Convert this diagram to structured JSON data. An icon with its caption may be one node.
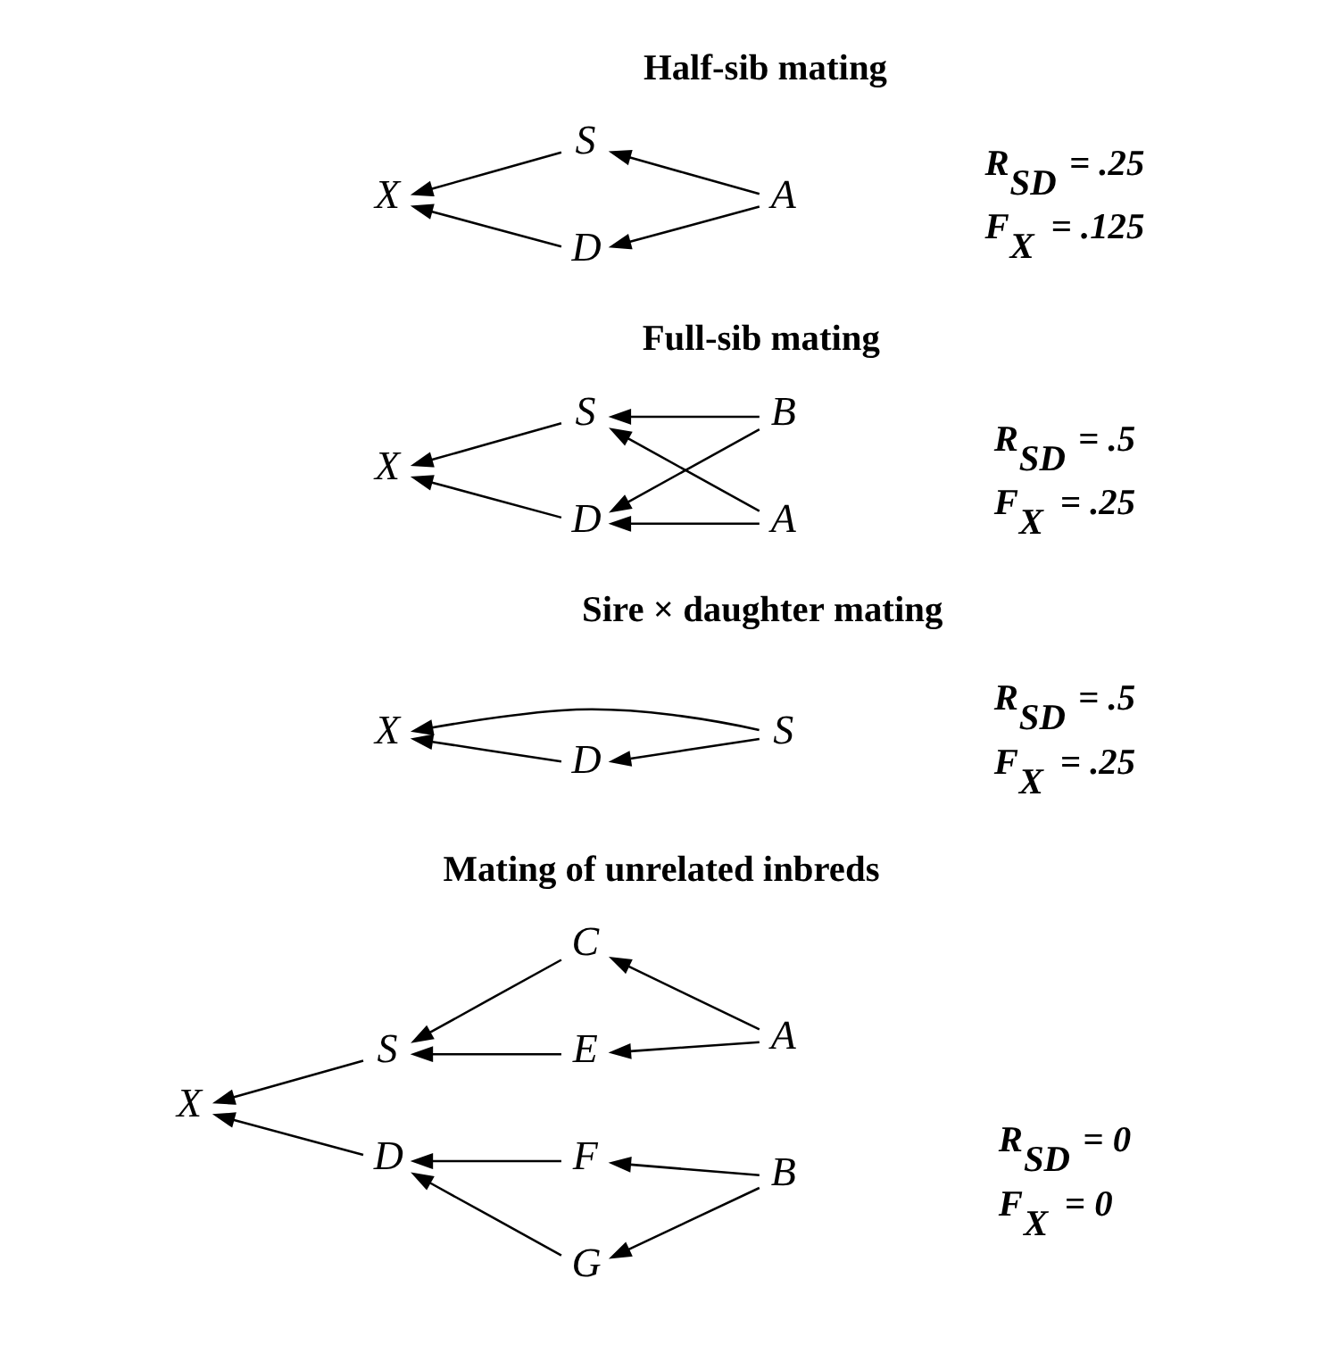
{
  "diagram": {
    "nodes": [
      {
        "text": [
          "S"
        ]
      },
      {
        "text": [
          "X"
        ]
      },
      {
        "text": [
          "A"
        ]
      },
      {
        "text": [
          "D"
        ]
      },
      {
        "text": [
          "S"
        ]
      },
      {
        "text": [
          "A"
        ]
      },
      {
        "text": [
          "X"
        ]
      },
      {
        "text": [
          "D"
        ]
      },
      {
        "text": [
          "B"
        ]
      },
      {
        "text": [
          "S"
        ]
      },
      {
        "text": [
          "X"
        ]
      },
      {
        "text": [
          "D"
        ]
      },
      {
        "text": [
          "C"
        ]
      },
      {
        "text": [
          "S"
        ]
      },
      {
        "text": [
          "A"
        ]
      },
      {
        "text": [
          "X"
        ]
      },
      {
        "text": [
          "E"
        ]
      },
      {
        "text": [
          "F"
        ]
      },
      {
        "text": [
          "D"
        ]
      },
      {
        "text": [
          "B"
        ]
      },
      {
        "text": [
          "G"
        ]
      }
    ],
    "edges": [
      {
        "from": 2,
        "to": 0,
        "arrow": "to"
      },
      {
        "from": 0,
        "to": 1,
        "arrow": "to"
      },
      {
        "from": 2,
        "to": 3,
        "arrow": "to"
      },
      {
        "from": 3,
        "to": 1,
        "arrow": "to"
      },
      {
        "from": 5,
        "to": 4,
        "arrow": "to"
      },
      {
        "from": 8,
        "to": 4,
        "arrow": "to"
      },
      {
        "from": 4,
        "to": 6,
        "arrow": "to"
      },
      {
        "from": 5,
        "to": 7,
        "arrow": "to"
      },
      {
        "from": 7,
        "to": 6,
        "arrow": "to"
      },
      {
        "from": 8,
        "to": 7,
        "arrow": "to"
      },
      {
        "from": 9,
        "to": 10,
        "arrow": "to"
      },
      {
        "from": 9,
        "to": 11,
        "arrow": "to"
      },
      {
        "from": 11,
        "to": 10,
        "arrow": "to"
      },
      {
        "from": 12,
        "to": 13,
        "arrow": "to"
      },
      {
        "from": 14,
        "to": 12,
        "arrow": "to"
      },
      {
        "from": 13,
        "to": 15,
        "arrow": "to"
      },
      {
        "from": 16,
        "to": 13,
        "arrow": "to"
      },
      {
        "from": 14,
        "to": 16,
        "arrow": "to"
      },
      {
        "from": 17,
        "to": 18,
        "arrow": "to"
      },
      {
        "from": 19,
        "to": 17,
        "arrow": "to"
      },
      {
        "from": 18,
        "to": 15,
        "arrow": "to"
      },
      {
        "from": 20,
        "to": 18,
        "arrow": "to"
      },
      {
        "from": 19,
        "to": 20,
        "arrow": "to"
      }
    ],
    "labels": [
      "Half-sib mating",
      "Full-sib mating",
      "R$_{SD}$ = .25",
      "F$_{X}$ = .125",
      "R$_{SD}$ = .5",
      "F$_{X}$ = .25",
      "Sire × daughter mating",
      "Mating of unrelated inbreds",
      "R$_{SD}$ = .5",
      "F$_{X}$ = .25",
      "R$_{SD}$ = 0",
      "F$_{X}$ = 0"
    ]
  }
}
